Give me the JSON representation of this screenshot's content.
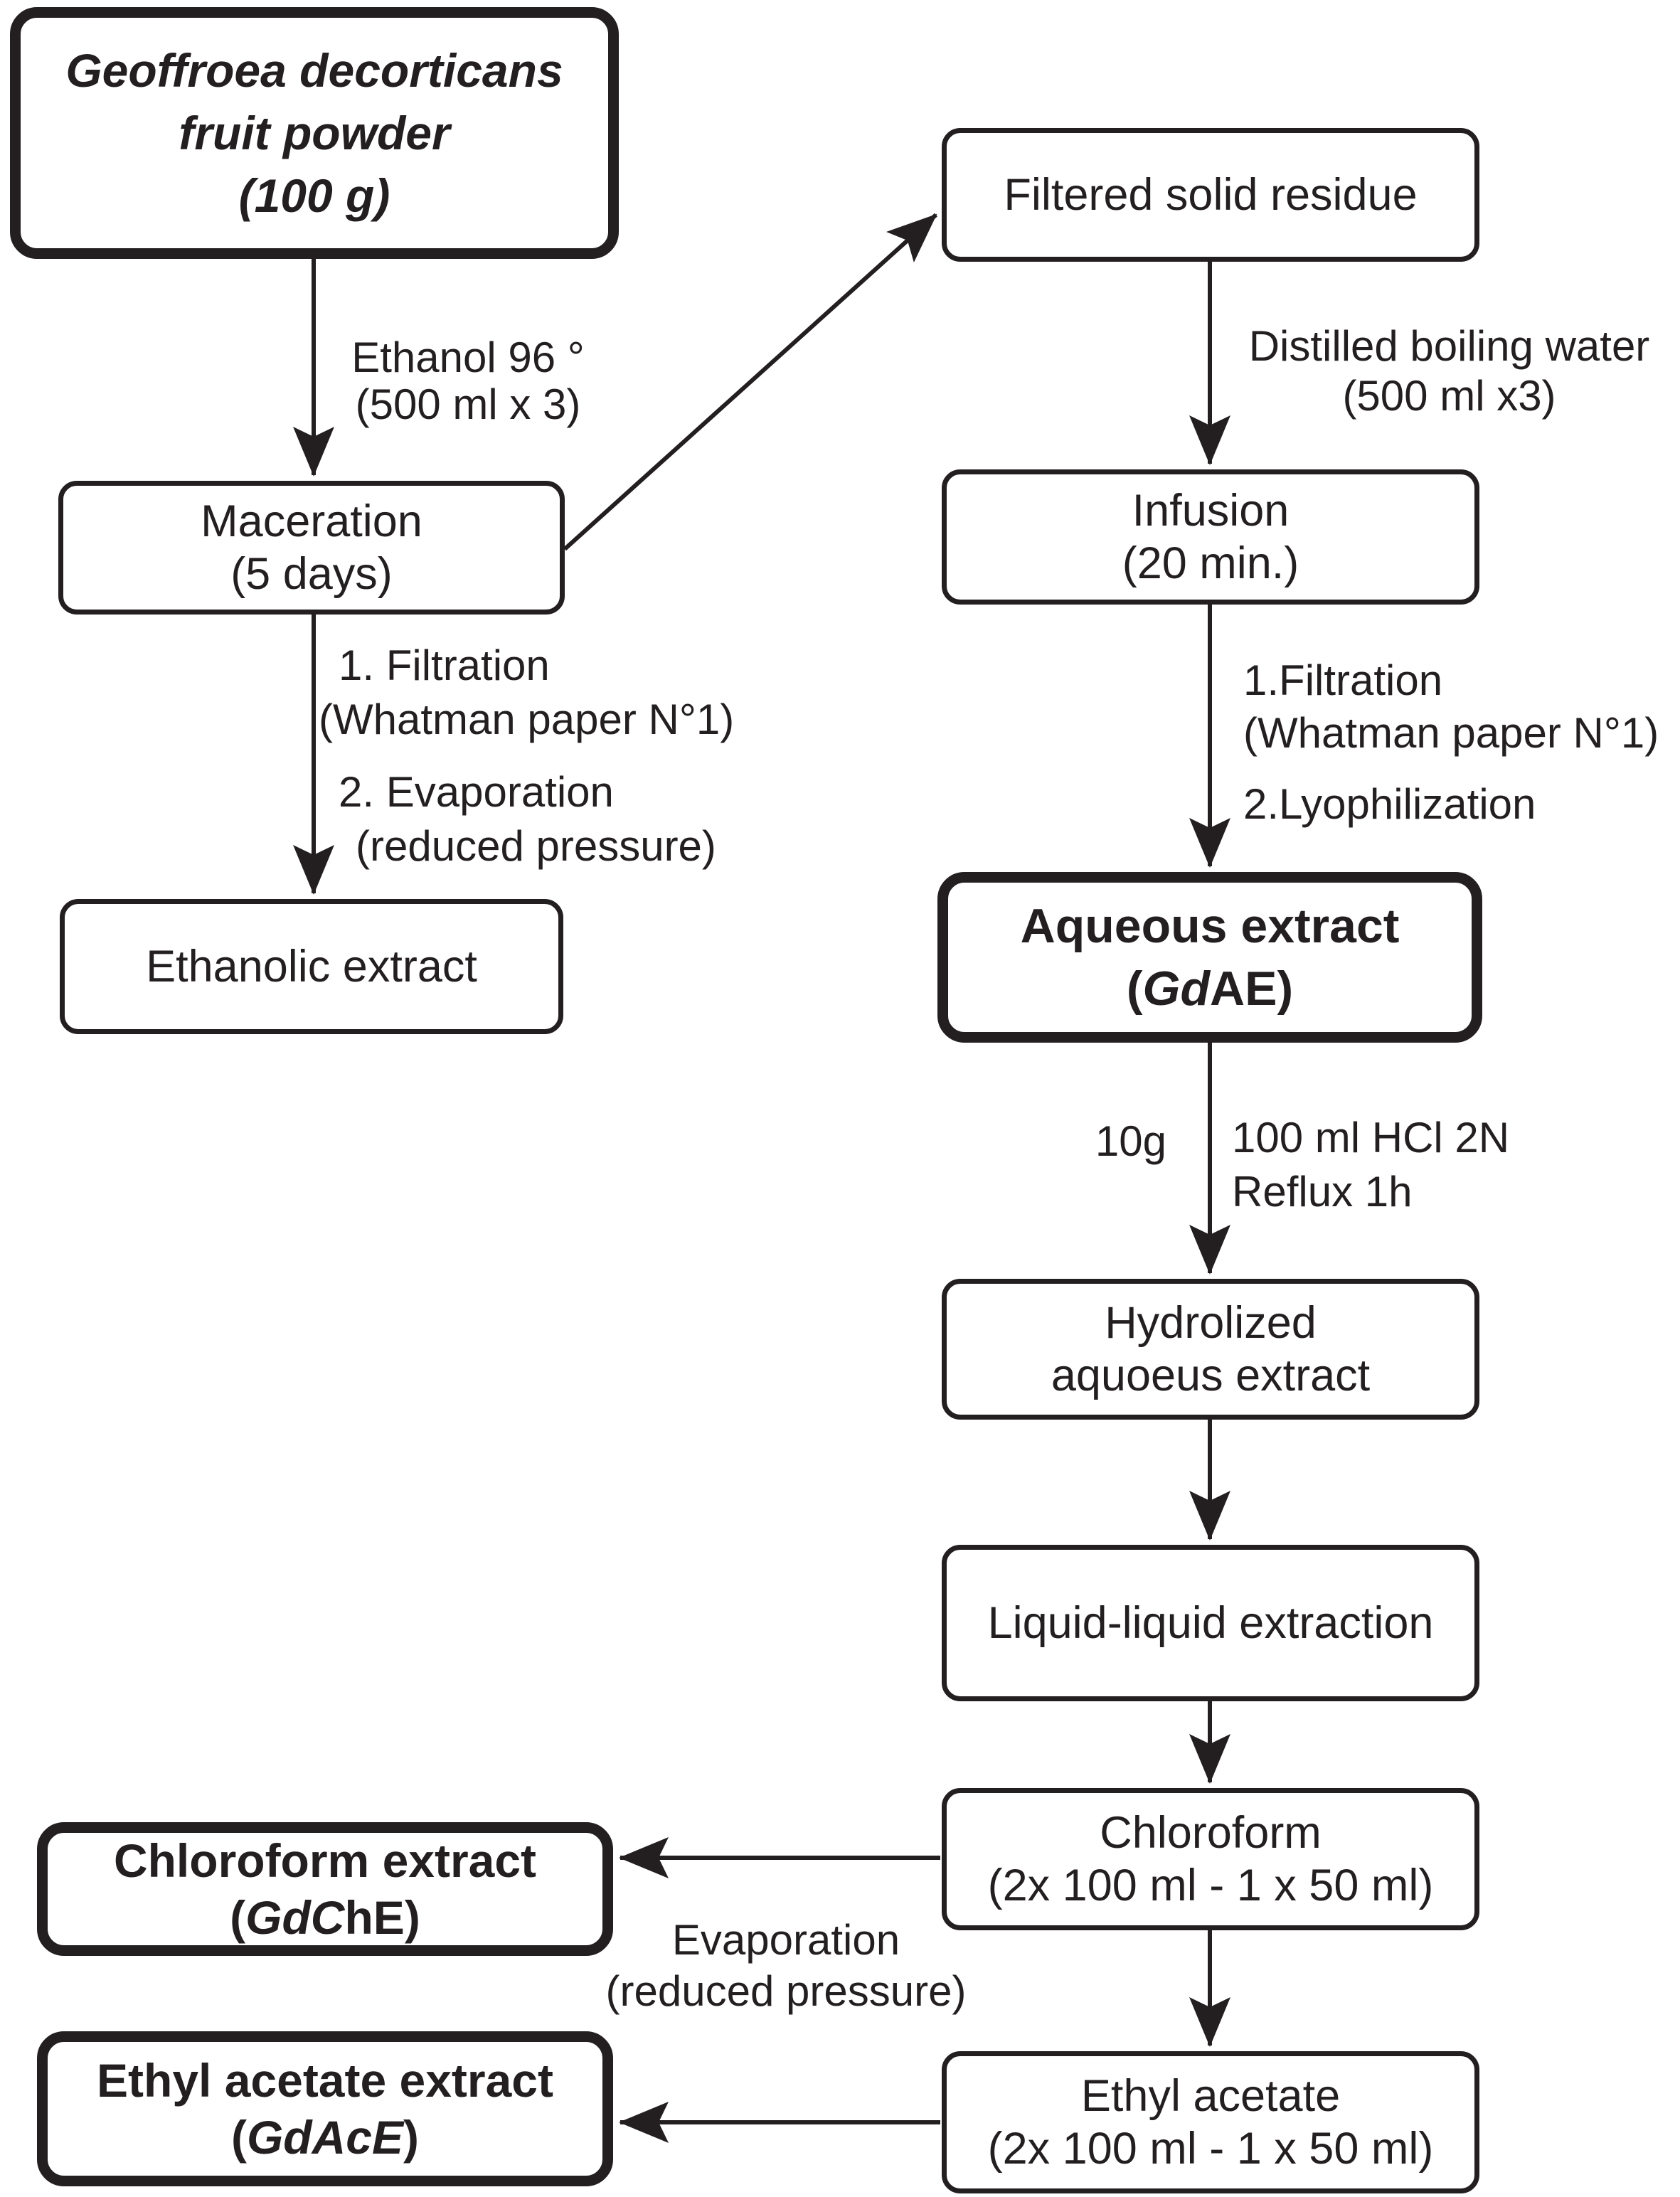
{
  "colors": {
    "ink": "#231f20",
    "background": "#ffffff"
  },
  "boxes": {
    "fruit_powder": {
      "line1": "Geoffroea decorticans",
      "line2": "fruit powder",
      "line3": "(100 g)"
    },
    "maceration": {
      "line1": "Maceration",
      "line2": "(5 days)"
    },
    "ethanolic_extract": {
      "line1": "Ethanolic extract"
    },
    "filtered_solid_residue": {
      "line1": "Filtered solid residue"
    },
    "infusion": {
      "line1": "Infusion",
      "line2": "(20 min.)"
    },
    "aqueous_extract": {
      "line1": "Aqueous extract",
      "line2_pre": "(",
      "line2_italic": "Gd",
      "line2_post": "AE)"
    },
    "hydrolized_aqueous": {
      "line1": "Hydrolized",
      "line2": "aquoeus extract"
    },
    "liquid_liquid": {
      "line1": "Liquid-liquid extraction"
    },
    "chloroform": {
      "line1": "Chloroform",
      "line2": "(2x 100 ml - 1 x 50 ml)"
    },
    "ethyl_acetate": {
      "line1": "Ethyl acetate",
      "line2": "(2x 100 ml - 1 x 50 ml)"
    },
    "chloroform_extract": {
      "line1": "Chloroform extract",
      "line2_pre": "(",
      "line2_italic": "GdC",
      "line2_post": "hE)"
    },
    "ethyl_acetate_extract": {
      "line1": "Ethyl acetate extract",
      "line2_pre": "(",
      "line2_italic": "GdAcE",
      "line2_post": ")"
    }
  },
  "labels": {
    "ethanol": {
      "line1": "Ethanol 96 °",
      "line2": "(500 ml x 3)"
    },
    "maceration_steps": {
      "line1": "1. Filtration",
      "line2": "(Whatman paper N°1)",
      "line3": "2. Evaporation",
      "line4": "(reduced pressure)"
    },
    "distilled_water": {
      "line1": "Distilled boiling water",
      "line2": "(500 ml x3)"
    },
    "infusion_steps": {
      "line1": "1.Filtration",
      "line2": "(Whatman paper N°1)",
      "line3": "2.Lyophilization"
    },
    "hydrolysis_amount": "10g",
    "hydrolysis": {
      "line1": "100 ml HCl 2N",
      "line2": "Reflux 1h"
    },
    "evaporation": {
      "line1": "Evaporation",
      "line2": "(reduced pressure)"
    }
  }
}
